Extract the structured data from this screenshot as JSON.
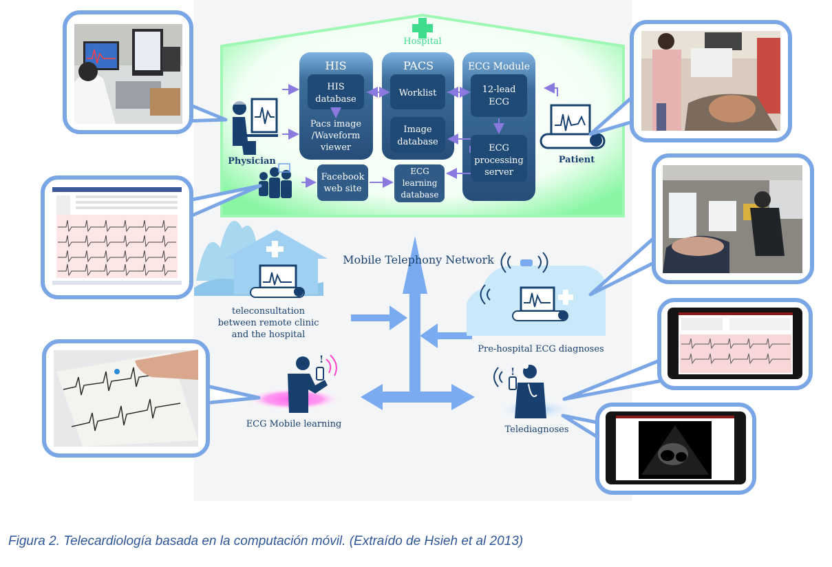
{
  "hospital": {
    "label": "Hospital",
    "his": {
      "title": "HIS",
      "database": [
        "HIS",
        "database"
      ],
      "viewer": [
        "Pacs image",
        "/Waveform",
        "viewer"
      ]
    },
    "pacs": {
      "title": "PACS",
      "worklist": "Worklist",
      "image_db": [
        "Image",
        "database"
      ]
    },
    "ecg_module": {
      "title": "ECG Module",
      "lead": [
        "12-lead",
        "ECG"
      ],
      "server": [
        "ECG",
        "processing",
        "server"
      ]
    },
    "facebook": [
      "Facebook",
      "web site"
    ],
    "ecg_learning": [
      "ECG",
      "learning",
      "database"
    ],
    "physician": "Physician",
    "patient": "Patient"
  },
  "network": {
    "label": "Mobile Telephony Network",
    "teleconsult": [
      "teleconsultation",
      "between remote clinic",
      "and the hospital"
    ],
    "prehospital": "Pre-hospital ECG diagnoses",
    "mobile_learning": "ECG Mobile learning",
    "telediagnoses": "Telediagnoses"
  },
  "caption": "Figura 2. Telecardiología basada en la computación móvil. (Extraído de Hsieh et al 2013)",
  "colors": {
    "bubble_border": "#7aa6e6",
    "box_dark": "#2f5b86",
    "box_inner": "#1f4a76",
    "hospital_glow": "#86f7a8",
    "arrow": "#6aa0ee",
    "navy": "#18406e"
  }
}
